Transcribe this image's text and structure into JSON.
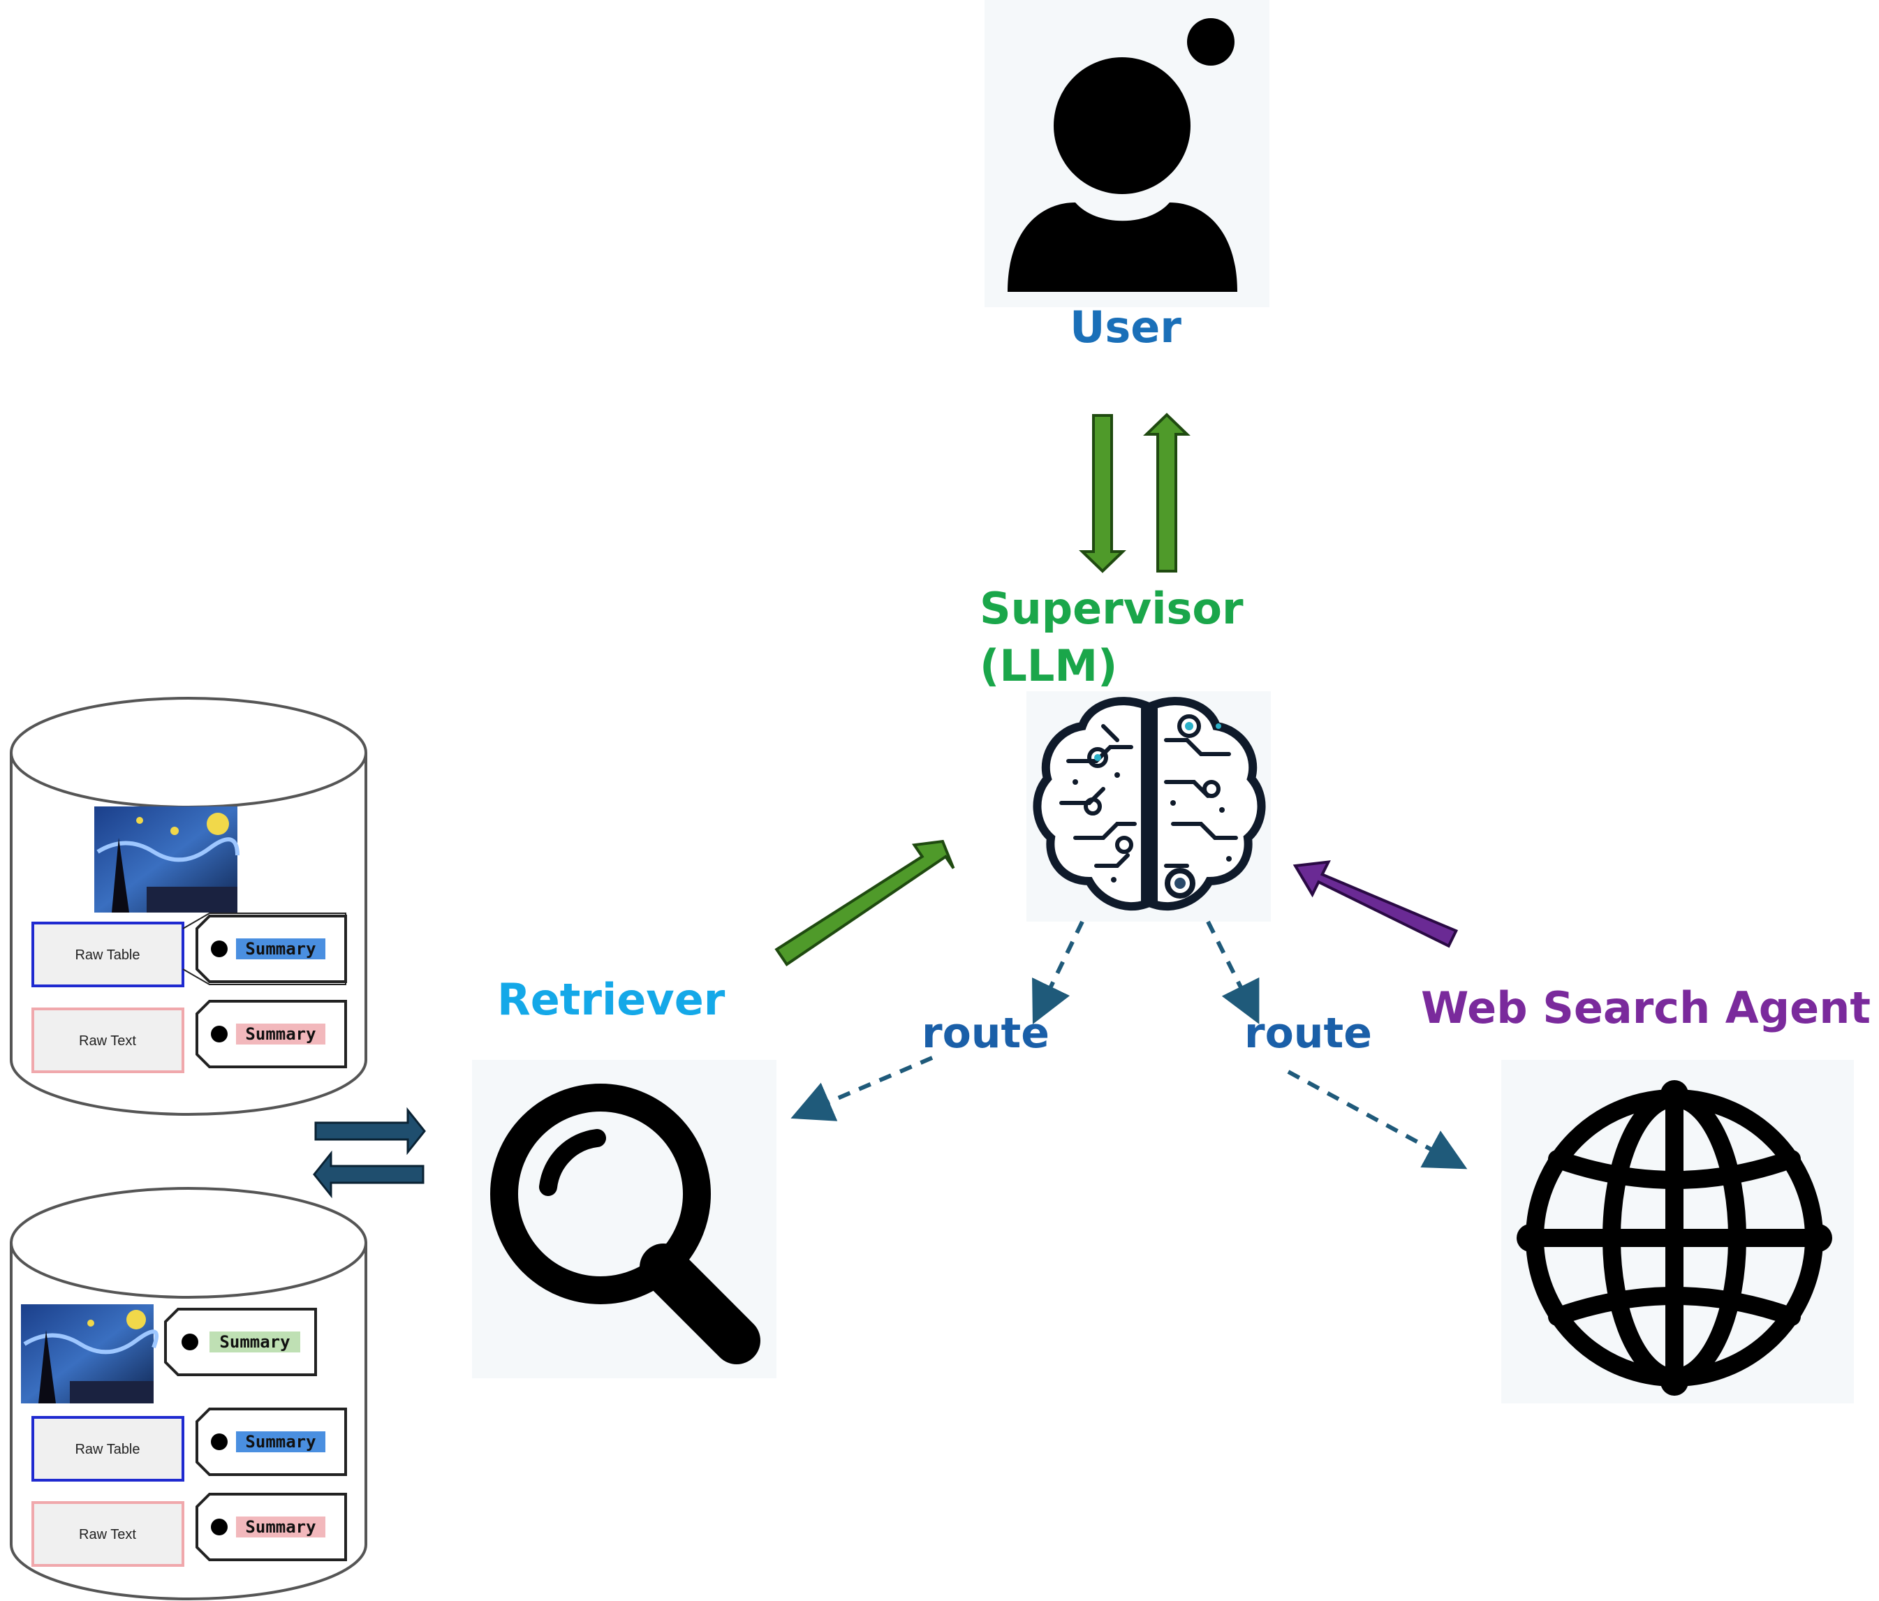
{
  "colors": {
    "user_label": "#1a6fb8",
    "supervisor_label": "#1aa64a",
    "retriever_label": "#14a8e8",
    "web_agent_label": "#7a2a9c",
    "route_label": "#1a5fa8",
    "green_arrow": "#4f9a2a",
    "purple_arrow": "#6a2a94",
    "blue_arrow": "#1f4e6e",
    "dashed_arrow": "#1f5a7a",
    "icon_bg": "#f5f8fa"
  },
  "nodes": {
    "user": {
      "label": "User",
      "icon": "user-icon"
    },
    "supervisor": {
      "label_line1": "Supervisor",
      "label_line2": "(LLM)",
      "icon": "brain-icon"
    },
    "retriever": {
      "label": "Retriever",
      "icon": "magnifier-icon"
    },
    "web_agent": {
      "label": "Web Search Agent",
      "icon": "globe-icon"
    }
  },
  "edges": {
    "route_left": "route",
    "route_right": "route"
  },
  "stores": {
    "top": {
      "image": "starry-night-thumbnail",
      "rows": [
        {
          "box": "Raw Table",
          "tag": "Summary",
          "tag_color": "#4a8fe0"
        },
        {
          "box": "Raw Text",
          "tag": "Summary",
          "tag_color": "#f2b8bc"
        }
      ]
    },
    "bottom": {
      "image": "starry-night-thumbnail",
      "image_tag": "Summary",
      "image_tag_color": "#bfe0b4",
      "rows": [
        {
          "box": "Raw Table",
          "tag": "Summary",
          "tag_color": "#4a8fe0"
        },
        {
          "box": "Raw Text",
          "tag": "Summary",
          "tag_color": "#f2b8bc"
        }
      ]
    }
  }
}
